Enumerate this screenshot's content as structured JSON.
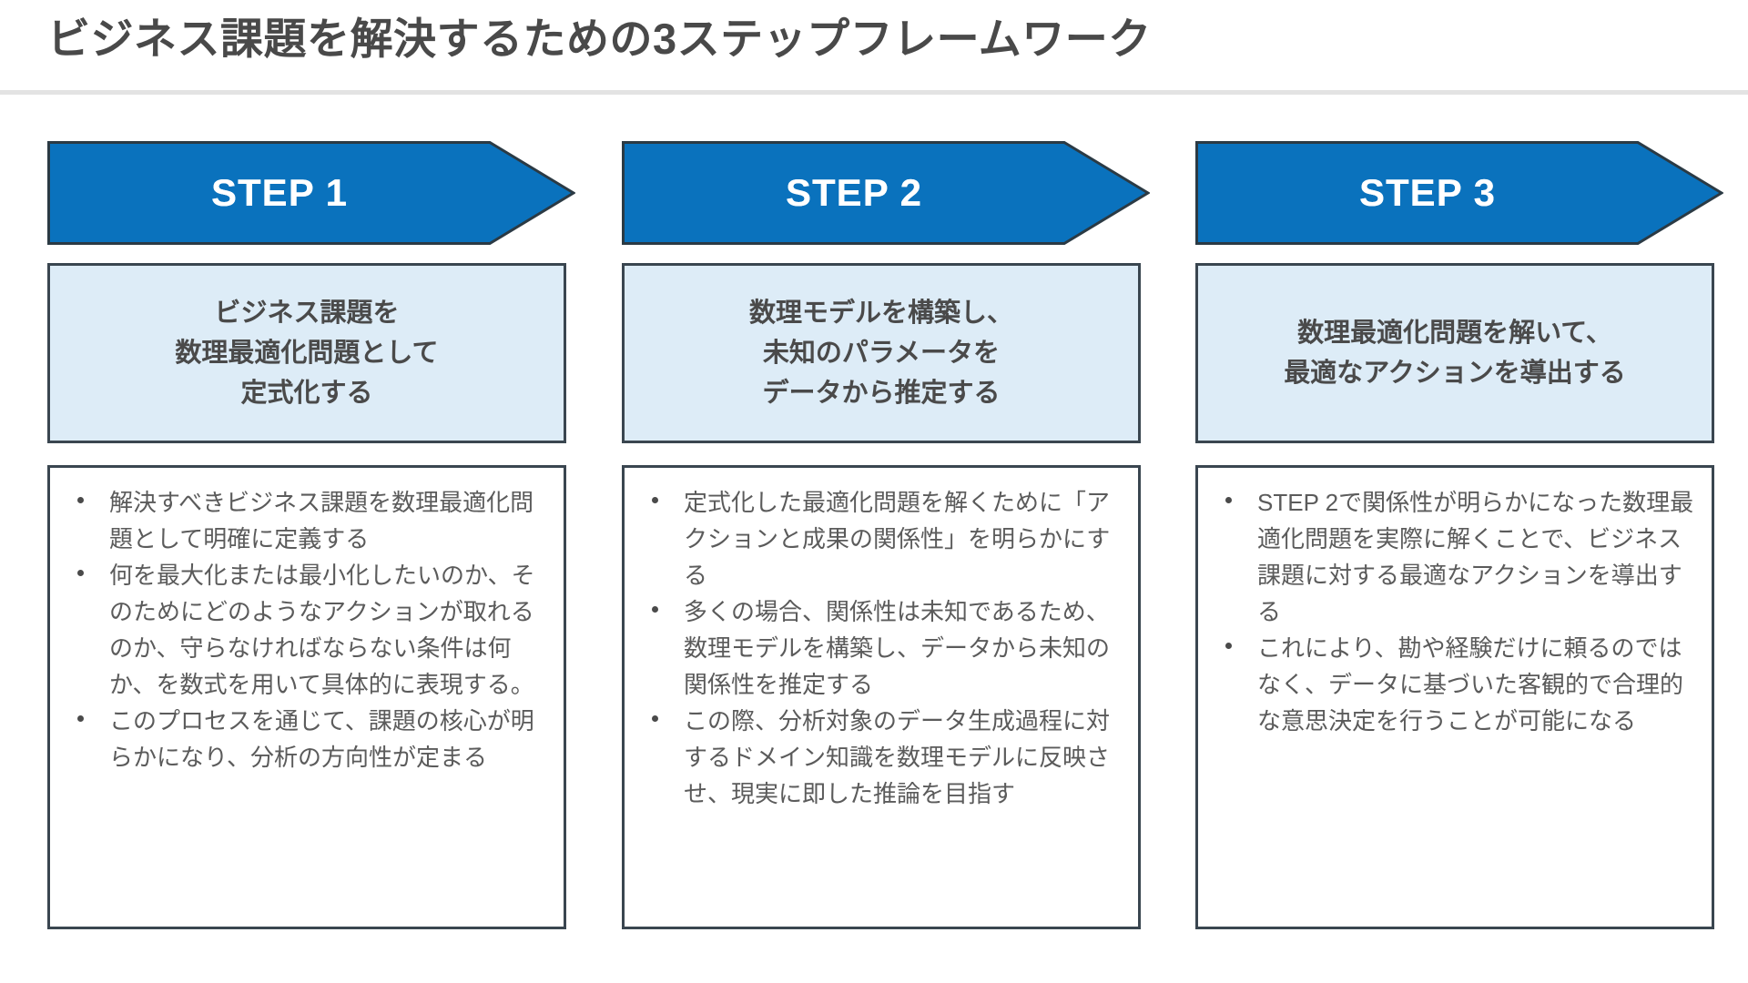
{
  "slide": {
    "title": "ビジネス課題を解決するための3ステップフレームワーク",
    "accent_color": "#0a72bd",
    "summary_bg_color": "#ddecf7",
    "border_color": "#3a4650",
    "title_color": "#494949",
    "body_text_color": "#5b5b5b",
    "rule_color": "#e3e3e3"
  },
  "steps": [
    {
      "header": "STEP 1",
      "summary": "ビジネス課題を\n数理最適化問題として\n定式化する",
      "bullets": [
        "解決すべきビジネス課題を数理最適化問題として明確に定義する",
        "何を最大化または最小化したいのか、そのためにどのようなアクションが取れるのか、守らなければならない条件は何か、を数式を用いて具体的に表現する。",
        "このプロセスを通じて、課題の核心が明らかになり、分析の方向性が定まる"
      ]
    },
    {
      "header": "STEP 2",
      "summary": "数理モデルを構築し、\n未知のパラメータを\nデータから推定する",
      "bullets": [
        "定式化した最適化問題を解くために「アクションと成果の関係性」を明らかにする",
        "多くの場合、関係性は未知であるため、数理モデルを構築し、データから未知の関係性を推定する",
        "この際、分析対象のデータ生成過程に対するドメイン知識を数理モデルに反映させ、現実に即した推論を目指す"
      ]
    },
    {
      "header": "STEP 3",
      "summary": "数理最適化問題を解いて、\n最適なアクションを導出する",
      "bullets": [
        "STEP 2で関係性が明らかになった数理最適化問題を実際に解くことで、ビジネス課題に対する最適なアクションを導出する",
        "これにより、勘や経験だけに頼るのではなく、データに基づいた客観的で合理的な意思決定を行うことが可能になる"
      ]
    }
  ]
}
